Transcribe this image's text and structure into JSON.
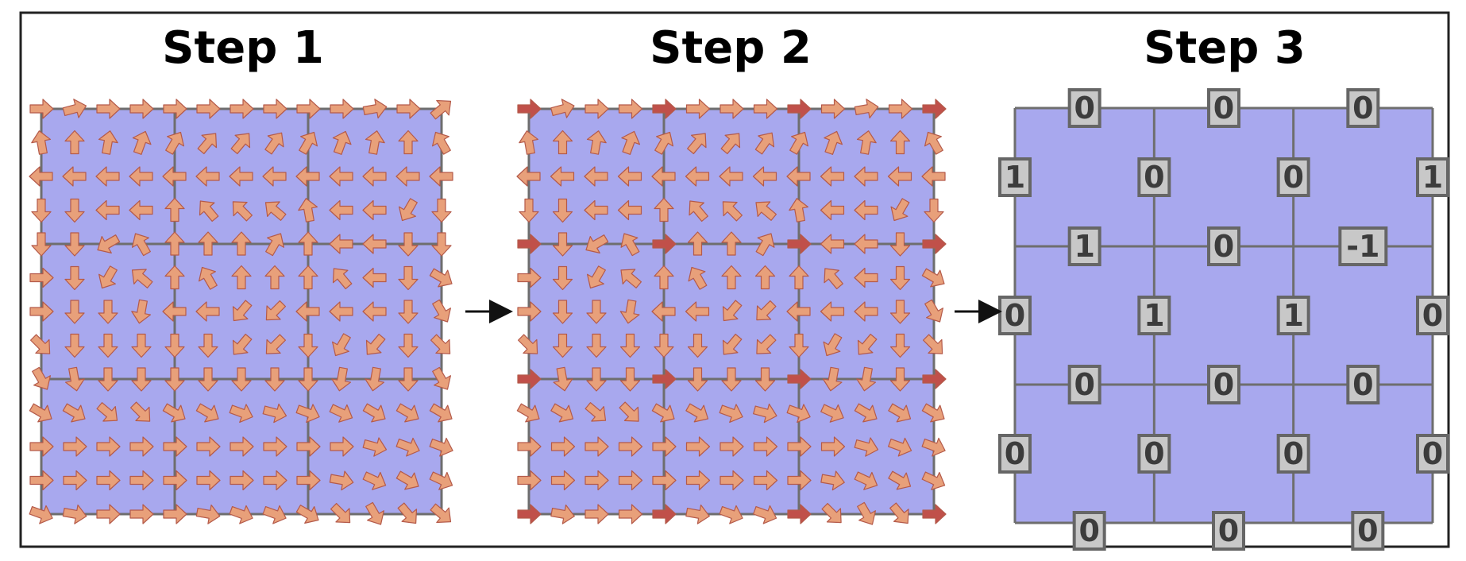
{
  "titles": [
    "Step 1",
    "Step 2",
    "Step 3"
  ],
  "colors": {
    "cell_fill": "#a8a8ee",
    "grid_line": "#6e6e6e",
    "arrow_fill": "#e8a07a",
    "arrow_stroke": "#b45a4a",
    "arrow_highlight": "#c0504a",
    "label_fill": "#c8c8c8",
    "label_stroke": "#666666",
    "frame": "#222222"
  },
  "grid": {
    "blocks": 3,
    "points_per_block_edge": 4
  },
  "field_angles_deg": [
    [
      0,
      -15,
      0,
      0,
      0,
      0,
      0,
      0,
      0,
      0,
      -10,
      0,
      -40
    ],
    [
      -100,
      -90,
      -80,
      -70,
      -60,
      -50,
      -50,
      -55,
      -60,
      -70,
      -80,
      -90,
      -120
    ],
    [
      180,
      180,
      180,
      180,
      180,
      180,
      180,
      180,
      180,
      180,
      180,
      180,
      180
    ],
    [
      90,
      90,
      180,
      180,
      -90,
      -130,
      -135,
      -140,
      -100,
      180,
      180,
      120,
      90
    ],
    [
      90,
      90,
      150,
      -120,
      -90,
      -90,
      -90,
      -60,
      -90,
      180,
      180,
      90,
      90
    ],
    [
      0,
      90,
      120,
      -140,
      -90,
      -120,
      -90,
      -90,
      -90,
      -130,
      180,
      90,
      30
    ],
    [
      0,
      90,
      90,
      100,
      180,
      180,
      130,
      135,
      180,
      180,
      180,
      90,
      60
    ],
    [
      45,
      90,
      90,
      90,
      90,
      90,
      130,
      135,
      90,
      120,
      130,
      90,
      45
    ],
    [
      60,
      80,
      90,
      90,
      90,
      90,
      90,
      90,
      90,
      100,
      100,
      90,
      60
    ],
    [
      30,
      30,
      40,
      45,
      30,
      30,
      20,
      15,
      20,
      25,
      30,
      30,
      30
    ],
    [
      0,
      0,
      0,
      0,
      0,
      0,
      0,
      0,
      0,
      0,
      15,
      20,
      20
    ],
    [
      0,
      0,
      0,
      0,
      0,
      0,
      0,
      0,
      0,
      10,
      25,
      30,
      25
    ],
    [
      20,
      10,
      0,
      0,
      0,
      10,
      20,
      20,
      30,
      45,
      60,
      50,
      40
    ]
  ],
  "step3": {
    "horizontal_edge_labels": [
      [
        "0",
        "0",
        "0"
      ],
      [
        "1",
        "0",
        "-1"
      ],
      [
        "0",
        "0",
        "0"
      ],
      [
        "0",
        "0",
        "0"
      ]
    ],
    "vertical_edge_labels": [
      [
        "1",
        "0",
        "0",
        "1"
      ],
      [
        "0",
        "1",
        "1",
        "0"
      ],
      [
        "0",
        "0",
        "0",
        "0"
      ]
    ]
  }
}
